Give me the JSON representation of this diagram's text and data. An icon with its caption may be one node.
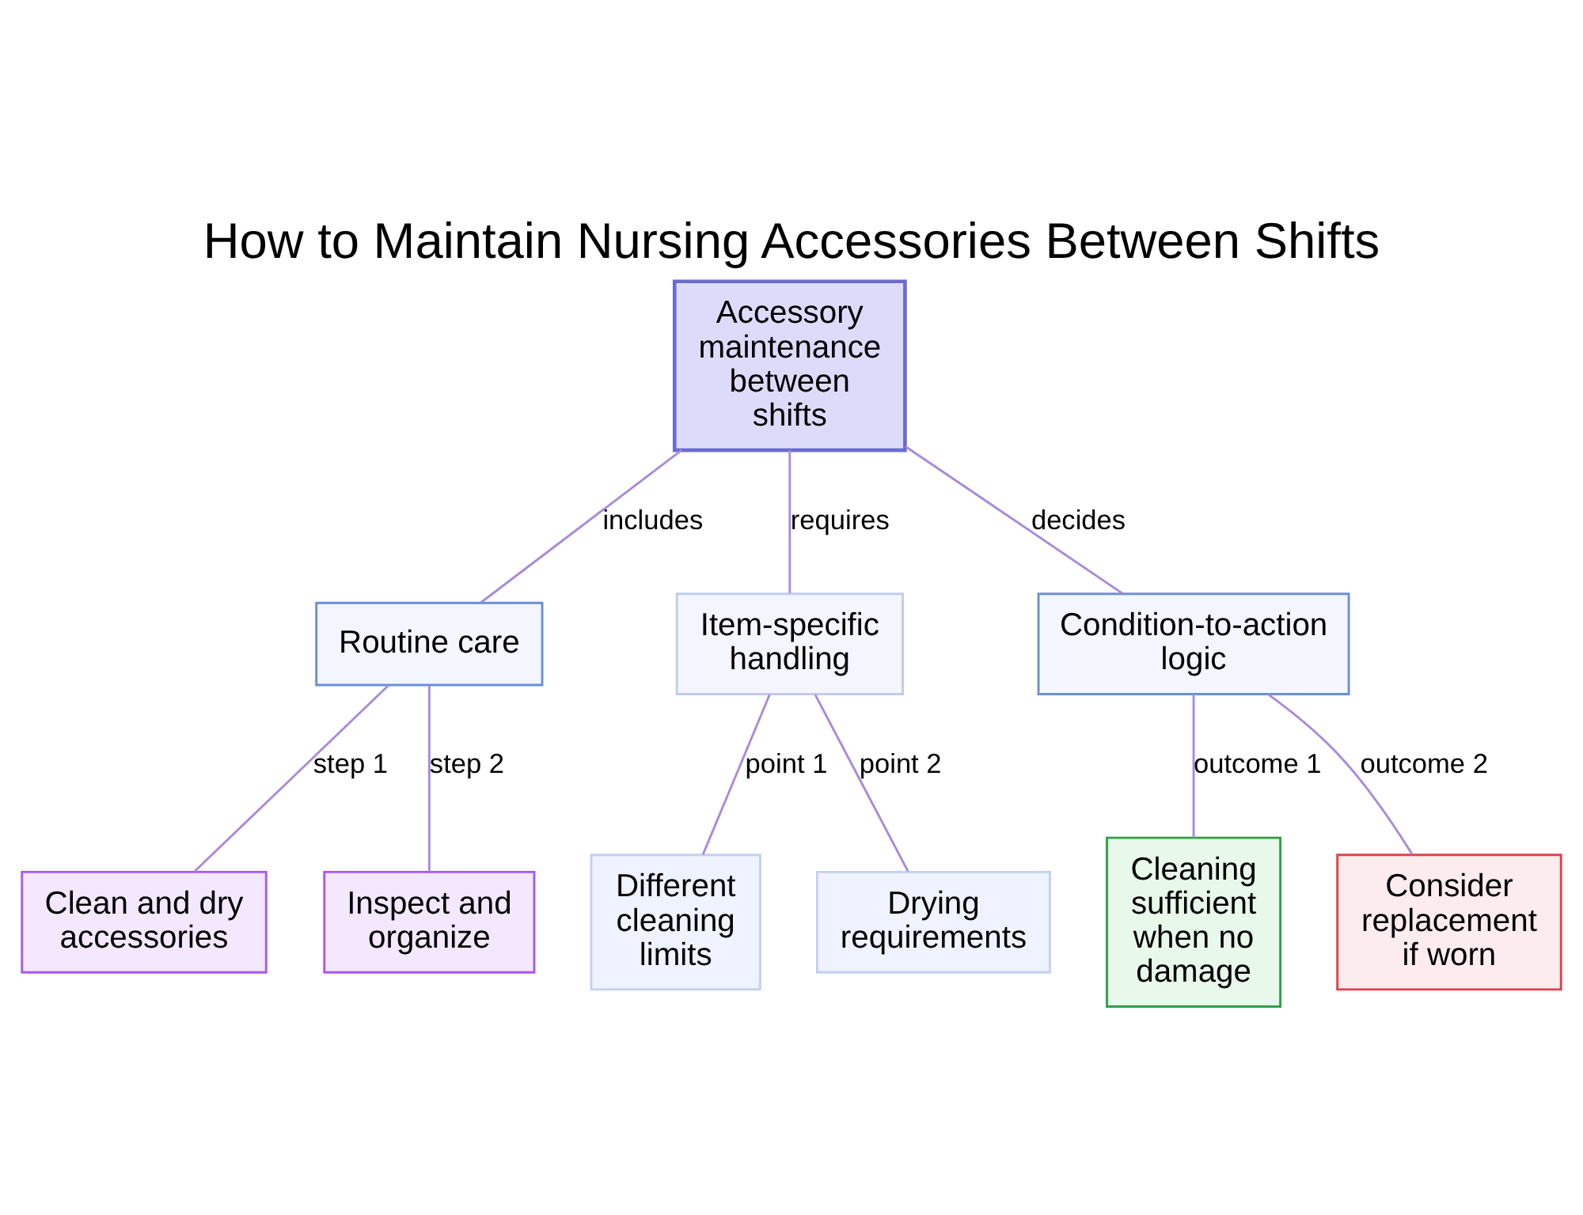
{
  "diagram": {
    "title": "How to Maintain Nursing Accessories Between Shifts",
    "nodes": [
      {
        "text": [
          "Accessory maintenance between shifts"
        ]
      },
      {
        "text": [
          "Routine care"
        ]
      },
      {
        "text": [
          "Item-specific handling"
        ]
      },
      {
        "text": [
          "Condition-to-action logic"
        ]
      },
      {
        "text": [
          "Clean and dry accessories"
        ]
      },
      {
        "text": [
          "Inspect and organize"
        ]
      },
      {
        "text": [
          "Different cleaning limits"
        ]
      },
      {
        "text": [
          "Drying requirements"
        ]
      },
      {
        "text": [
          "Cleaning sufficient when no damage"
        ]
      },
      {
        "text": [
          "Consider replacement if worn"
        ]
      }
    ],
    "edges": [
      {
        "from": 0,
        "to": 1,
        "arrow": "none",
        "label": "includes"
      },
      {
        "from": 0,
        "to": 2,
        "arrow": "none",
        "label": "requires"
      },
      {
        "from": 0,
        "to": 3,
        "arrow": "none",
        "label": "decides"
      },
      {
        "from": 1,
        "to": 4,
        "arrow": "none",
        "label": "step 1"
      },
      {
        "from": 1,
        "to": 5,
        "arrow": "none",
        "label": "step 2"
      },
      {
        "from": 2,
        "to": 6,
        "arrow": "none",
        "label": "point 1"
      },
      {
        "from": 2,
        "to": 7,
        "arrow": "none",
        "label": "point 2"
      },
      {
        "from": 3,
        "to": 8,
        "arrow": "none",
        "label": "outcome 1"
      },
      {
        "from": 3,
        "to": 9,
        "arrow": "none",
        "label": "outcome 2"
      }
    ]
  }
}
